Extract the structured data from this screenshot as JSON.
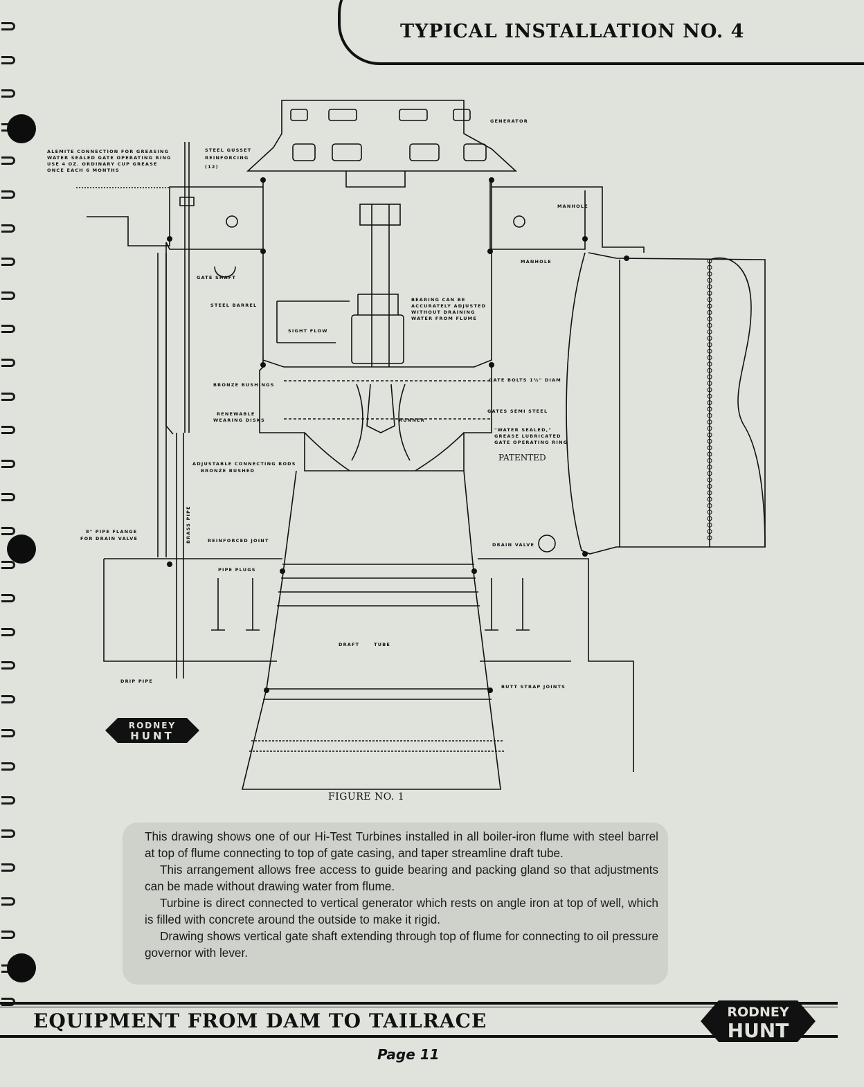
{
  "header": {
    "title": "TYPICAL INSTALLATION NO. 4"
  },
  "drawing": {
    "labels": {
      "generator": "GENERATOR",
      "alemite": [
        "ALEMITE CONNECTION FOR GREASING",
        "WATER SEALED GATE OPERATING RING",
        "USE 4 OZ. ORDINARY CUP GREASE",
        "ONCE EACH 6 MONTHS"
      ],
      "gusset": [
        "STEEL GUSSET",
        "REINFORCING",
        "(12)"
      ],
      "manhole_top": "MANHOLE",
      "manhole_mid": "MANHOLE",
      "gate_shaft": "GATE SHAFT",
      "steel_barrel": "STEEL BARREL",
      "bearing": [
        "BEARING CAN BE",
        "ACCURATELY ADJUSTED",
        "WITHOUT DRAINING",
        "WATER FROM FLUME"
      ],
      "sight_flow": "SIGHT FLOW",
      "gate_bolts": "GATE BOLTS 1½\" DIAM",
      "bronze_bushings": "BRONZE BUSHINGS",
      "gates_semi_steel": "GATES SEMI STEEL",
      "renewable": [
        "RENEWABLE",
        "WEARING DISKS"
      ],
      "runner": "RUNNER",
      "water_sealed": [
        "\"WATER SEALED,\"",
        "GREASE LUBRICATED",
        "GATE OPERATING RING"
      ],
      "patented": "PATENTED",
      "adjustable": [
        "ADJUSTABLE CONNECTING RODS",
        "BRONZE BUSHED"
      ],
      "brass_pipe": "BRASS PIPE",
      "pipe_flange": [
        "8\" PIPE FLANGE",
        "FOR DRAIN VALVE"
      ],
      "reinforced_joint": "REINFORCED JOINT",
      "drain_valve": "DRAIN VALVE",
      "pipe_plugs": "PIPE PLUGS",
      "draft_tube": "DRAFT      TUBE",
      "drip_pipe": "DRIP PIPE",
      "butt_strap": "BUTT STRAP JOINTS"
    },
    "logo": [
      "RODNEY",
      "HUNT"
    ]
  },
  "figure_caption": "FIGURE NO. 1",
  "description": {
    "paragraphs": [
      "This drawing shows one of our Hi-Test Turbines installed in all boiler-iron flume with steel barrel at top of flume connecting to top of gate casing, and taper streamline draft tube.",
      "This arrangement allows free access to guide bearing and packing gland so that adjustments can be made without drawing water from flume.",
      "Turbine is direct connected to vertical generator which rests on angle iron at top of well, which is filled with concrete around the outside to make it rigid.",
      "Drawing shows vertical gate shaft extending through top of flume for connecting to oil pressure governor with lever."
    ]
  },
  "footer": {
    "title": "EQUIPMENT FROM DAM TO TAILRACE",
    "page": "Page 11",
    "logo": [
      "RODNEY",
      "HUNT"
    ]
  },
  "colors": {
    "paper": "#dfe3dc",
    "ink": "#111111",
    "textbox": "#cfd1cb"
  }
}
